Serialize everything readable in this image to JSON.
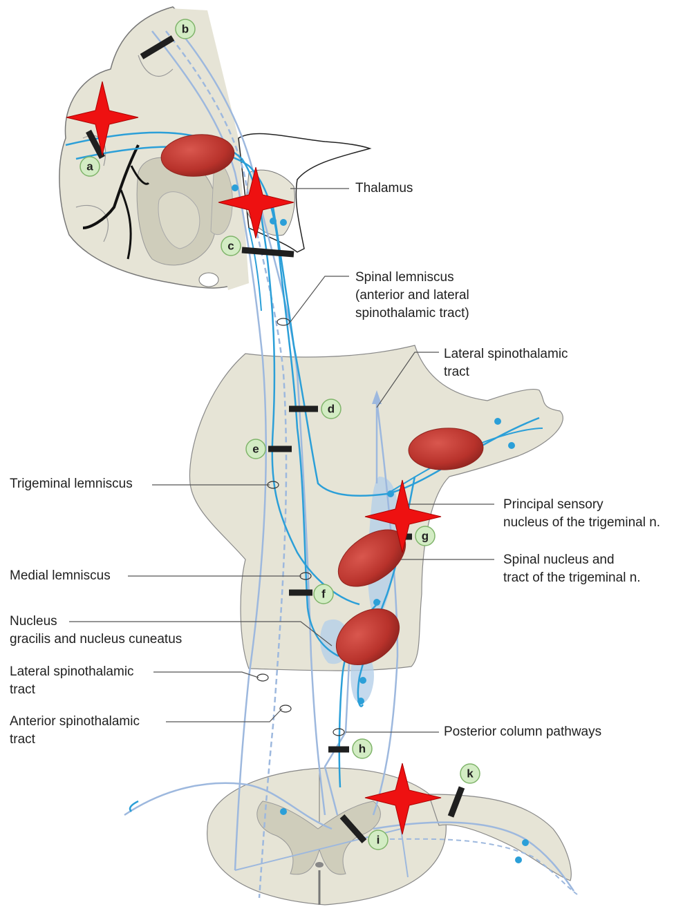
{
  "labels": {
    "thalamus": "Thalamus",
    "spinal_lemniscus_1": "Spinal lemniscus",
    "spinal_lemniscus_2": "(anterior and lateral",
    "spinal_lemniscus_3": "spinothalamic tract)",
    "lat_st_top_1": "Lateral spinothalamic",
    "lat_st_top_2": "tract",
    "trigeminal_lemniscus": "Trigeminal lemniscus",
    "principal_1": "Principal sensory",
    "principal_2": "nucleus of the trigeminal n.",
    "spinal_nucleus_1": "Spinal nucleus and",
    "spinal_nucleus_2": "tract of the trigeminal n.",
    "medial_lemniscus": "Medial lemniscus",
    "gracilis_1": "Nucleus",
    "gracilis_2": "gracilis and nucleus cuneatus",
    "lat_st_bottom_1": "Lateral spinothalamic",
    "lat_st_bottom_2": "tract",
    "ant_st_1": "Anterior spinothalamic",
    "ant_st_2": "tract",
    "posterior_column": "Posterior column pathways"
  },
  "lesion_markers": [
    "a",
    "b",
    "c",
    "d",
    "e",
    "f",
    "g",
    "h",
    "i",
    "k"
  ],
  "colors": {
    "tissue": "#e6e4d6",
    "grey_matter": "#cfcdbb",
    "tract_blue": "#2b9fd8",
    "tract_light": "#9db8de",
    "marker_fill": "#d3ecc4",
    "marker_stroke": "#7fb46a",
    "lesion_bar": "#1f1f1f",
    "oval_red": "#b8322b",
    "star_red": "#ee1111"
  }
}
